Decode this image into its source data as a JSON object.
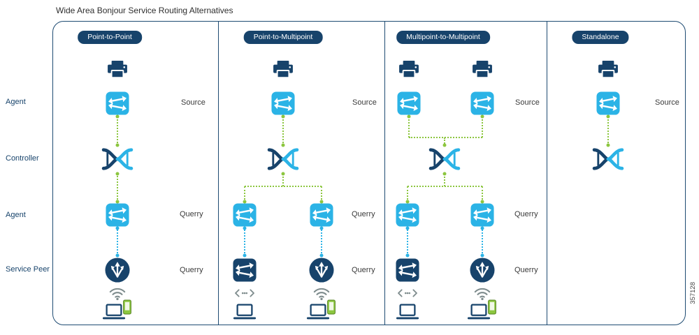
{
  "title": "Wide Area Bonjour Service Routing Alternatives",
  "figure_number": "357128",
  "row_labels": [
    "Agent",
    "Controller",
    "Agent",
    "Service Peer"
  ],
  "panels": [
    {
      "header": "Point-to-Point",
      "source_label": "Source",
      "agent_query_label": "Querry",
      "peer_query_label": "Querry"
    },
    {
      "header": "Point-to-Multipoint",
      "source_label": "Source",
      "agent_query_label": "Querry",
      "peer_query_label": "Querry"
    },
    {
      "header": "Multipoint-to-Multipoint",
      "source_label": "Source",
      "agent_query_label": "Querry",
      "peer_query_label": "Querry"
    },
    {
      "header": "Standalone",
      "source_label": "Source"
    }
  ],
  "icons": {
    "printer": "printer-icon",
    "switch": "network-switch-icon",
    "controller": "dna-controller-icon",
    "service_peer": "service-peer-hub-icon",
    "wifi": "wifi-icon",
    "wired": "wired-link-icon",
    "laptop": "laptop-icon",
    "phone": "mobile-phone-icon"
  },
  "colors": {
    "navy": "#17436b",
    "cyan": "#2bb3e6",
    "green": "#8cc63f",
    "gray": "#7e8c8d"
  }
}
